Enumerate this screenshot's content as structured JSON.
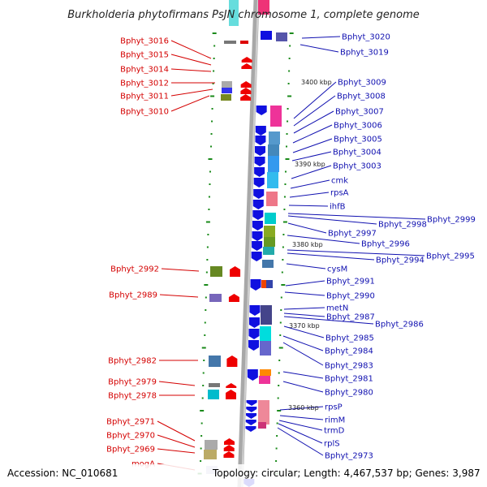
{
  "title": "Burkholderia phytofirmans PsJN chromosome 1, complete genome",
  "accession": "Accession: NC_010681",
  "summary": "Topology: circular; Length: 4,467,537 bp; Genes: 3,987",
  "colors": {
    "left_label": "#d40000",
    "right_label": "#1010b0",
    "forward_gene": "#1010e0",
    "reverse_gene": "#ee0000",
    "backbone": "#a8a8a8",
    "tick": "#1a8a1a"
  },
  "kbp_markers": [
    "3400 kbp",
    "3390 kbp",
    "3380 kbp",
    "3370 kbp",
    "3360 kbp"
  ],
  "left_genes": [
    "Bphyt_3016",
    "Bphyt_3015",
    "Bphyt_3014",
    "Bphyt_3012",
    "Bphyt_3011",
    "Bphyt_3010",
    "Bphyt_2992",
    "Bphyt_2989",
    "Bphyt_2982",
    "Bphyt_2979",
    "Bphyt_2978",
    "Bphyt_2971",
    "Bphyt_2970",
    "Bphyt_2969",
    "mogA"
  ],
  "right_genes": [
    "Bphyt_3020",
    "Bphyt_3019",
    "Bphyt_3009",
    "Bphyt_3008",
    "Bphyt_3007",
    "Bphyt_3006",
    "Bphyt_3005",
    "Bphyt_3004",
    "Bphyt_3003",
    "cmk",
    "rpsA",
    "ihfB",
    "Bphyt_2999",
    "Bphyt_2998",
    "Bphyt_2997",
    "Bphyt_2996",
    "Bphyt_2995",
    "Bphyt_2994",
    "cysM",
    "Bphyt_2991",
    "Bphyt_2990",
    "metN",
    "Bphyt_2987",
    "Bphyt_2986",
    "Bphyt_2985",
    "Bphyt_2984",
    "Bphyt_2983",
    "Bphyt_2981",
    "Bphyt_2980",
    "rpsP",
    "rimM",
    "trmD",
    "rplS",
    "Bphyt_2973"
  ]
}
